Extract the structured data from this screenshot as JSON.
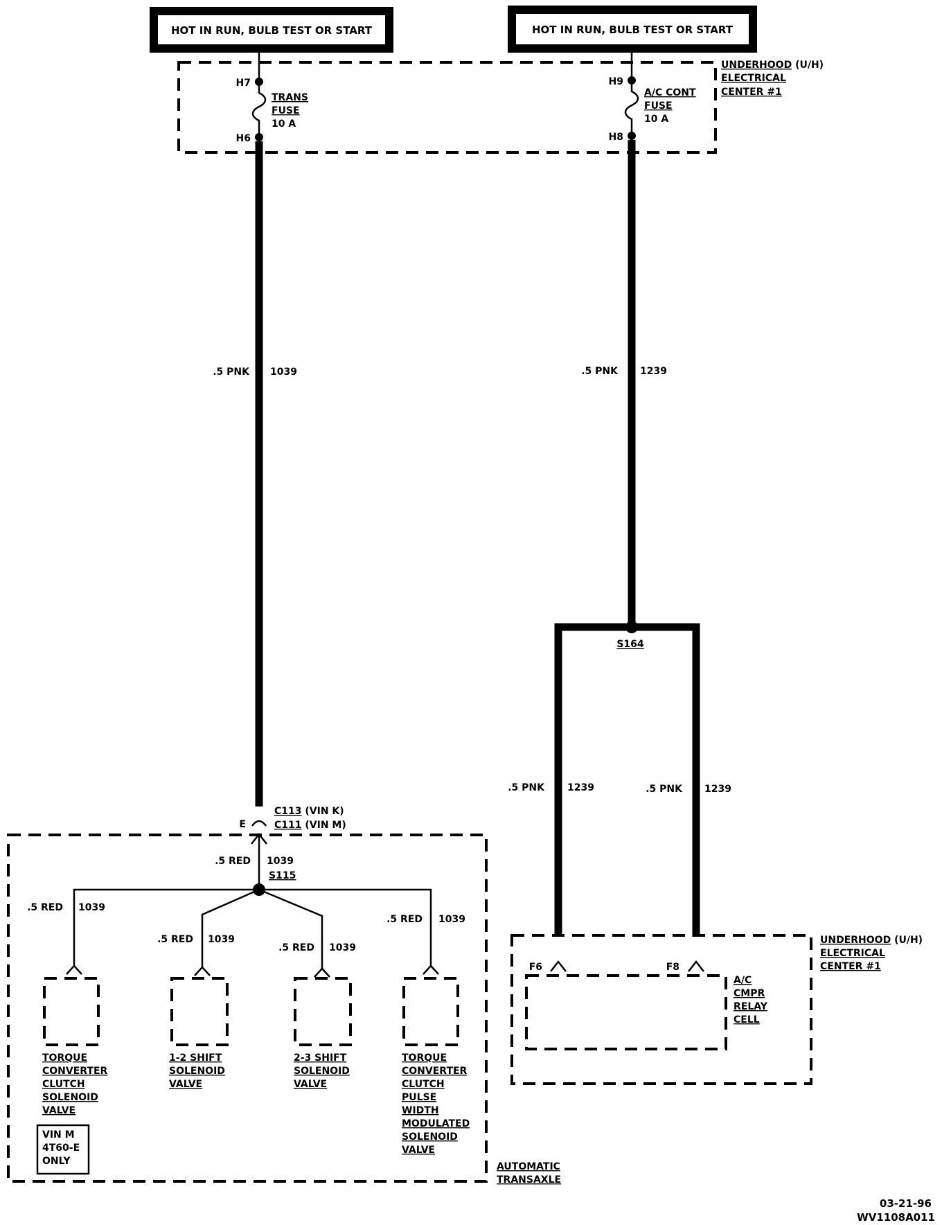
{
  "sources": {
    "left": "HOT IN RUN, BULB TEST OR START",
    "right": "HOT IN RUN, BULB TEST OR START"
  },
  "uhec_top": {
    "line1": "UNDERHOOD",
    "line1b": "(U/H)",
    "line2": "ELECTRICAL",
    "line3": "CENTER #1"
  },
  "fuses": {
    "trans": {
      "top_pin": "H7",
      "bottom_pin": "H6",
      "line1": "TRANS",
      "line2": "FUSE",
      "rating": "10 A"
    },
    "ac": {
      "top_pin": "H9",
      "bottom_pin": "H8",
      "line1": "A/C CONT",
      "line2": "FUSE",
      "rating": "10 A"
    }
  },
  "wires": {
    "trans_main": {
      "gauge_color": ".5 PNK",
      "circuit": "1039"
    },
    "ac_main": {
      "gauge_color": ".5 PNK",
      "circuit": "1239"
    },
    "ac_left_branch": {
      "gauge_color": ".5 PNK",
      "circuit": "1239"
    },
    "ac_right_branch": {
      "gauge_color": ".5 PNK",
      "circuit": "1239"
    },
    "red_feed": {
      "gauge_color": ".5 RED",
      "circuit": "1039"
    },
    "red_branch_1": {
      "gauge_color": ".5 RED",
      "circuit": "1039"
    },
    "red_branch_2": {
      "gauge_color": ".5 RED",
      "circuit": "1039"
    },
    "red_branch_3": {
      "gauge_color": ".5 RED",
      "circuit": "1039"
    },
    "red_branch_4": {
      "gauge_color": ".5 RED",
      "circuit": "1039"
    }
  },
  "splices": {
    "ac": "S164",
    "trans": "S115"
  },
  "connector": {
    "pin": "E",
    "c113": "C113",
    "c113_note": "(VIN K)",
    "c111": "C111",
    "c111_note": "(VIN M)"
  },
  "solenoids": {
    "tcc": [
      "TORQUE",
      "CONVERTER",
      "CLUTCH",
      "SOLENOID",
      "VALVE"
    ],
    "shift12": [
      "1-2 SHIFT",
      "SOLENOID",
      "VALVE"
    ],
    "shift23": [
      "2-3 SHIFT",
      "SOLENOID",
      "VALVE"
    ],
    "tcc_pwm": [
      "TORQUE",
      "CONVERTER",
      "CLUTCH",
      "PULSE",
      "WIDTH",
      "MODULATED",
      "SOLENOID",
      "VALVE"
    ]
  },
  "vin_note": [
    "VIN M",
    "4T60-E",
    "ONLY"
  ],
  "transaxle": [
    "AUTOMATIC",
    "TRANSAXLE"
  ],
  "uhec_bottom": {
    "line1": "UNDERHOOD",
    "line1b": "(U/H)",
    "line2": "ELECTRICAL",
    "line3": "CENTER #1"
  },
  "relay": {
    "pin_left": "F6",
    "pin_right": "F8",
    "label": [
      "A/C",
      "CMPR",
      "RELAY",
      "CELL"
    ]
  },
  "footer": {
    "date": "03-21-96",
    "code": "WV1108A011"
  }
}
